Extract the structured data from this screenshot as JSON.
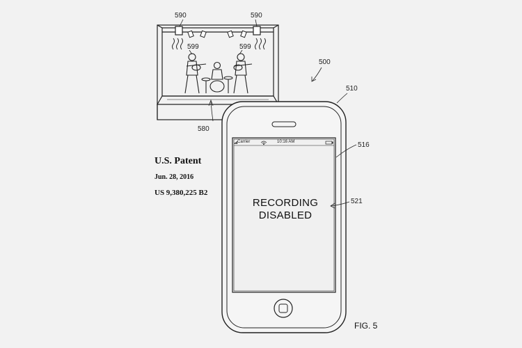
{
  "patent": {
    "title": "U.S. Patent",
    "date": "Jun. 28, 2016",
    "number": "US 9,380,225 B2"
  },
  "figure": {
    "label": "FIG. 5",
    "refs": {
      "lights_left": "590",
      "lights_right": "590",
      "beam_left": "599",
      "beam_right": "599",
      "stage": "580",
      "system": "500",
      "device": "510",
      "screen": "516",
      "message": "521"
    }
  },
  "phone": {
    "status_carrier": "Carrier",
    "status_time": "10:16 AM",
    "message_line1": "RECORDING",
    "message_line2": "DISABLED"
  },
  "icons": {
    "stage": "concert-stage-icon",
    "phone": "smartphone-icon",
    "wifi": "wifi-icon",
    "battery": "battery-icon",
    "home": "home-button-icon"
  }
}
